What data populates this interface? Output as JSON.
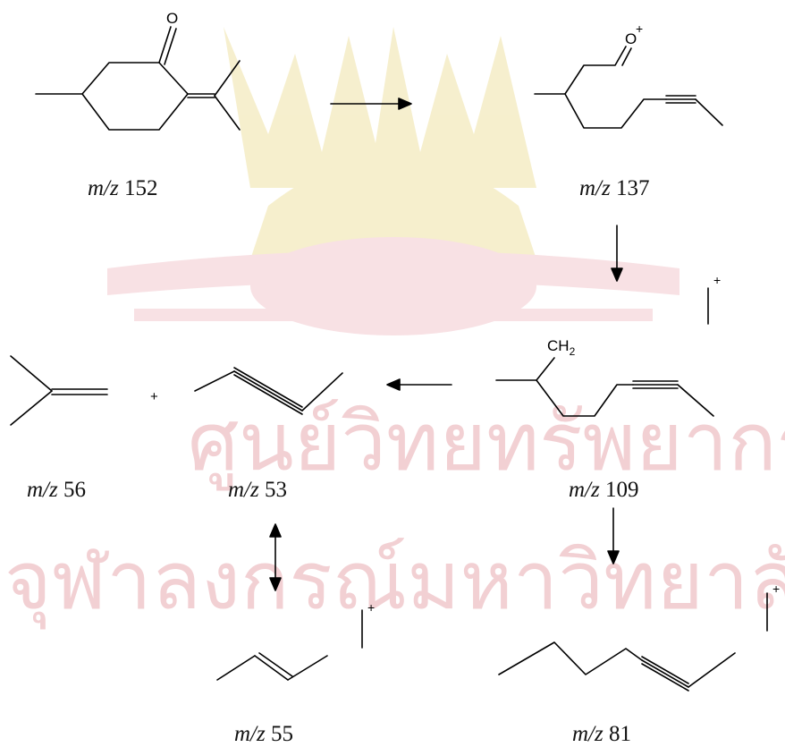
{
  "watermark": {
    "line1": "ศูนย์วิทยทรัพยากร",
    "line2": "จุฬาลงกรณ์มหาวิทยาลัย",
    "colors": {
      "gold": "#efe2a6",
      "pink": "#f3c9ce",
      "text": "#f0c8cc"
    }
  },
  "species": {
    "m152": {
      "mz": "152",
      "atom_label": "O"
    },
    "m137": {
      "mz": "137",
      "atom_label": "O",
      "charge": "+"
    },
    "m109": {
      "mz": "109",
      "atom_label": "CH",
      "atom_sub": "2",
      "charge": "+"
    },
    "m56": {
      "mz": "56"
    },
    "m53": {
      "mz": "53"
    },
    "m55": {
      "mz": "55",
      "charge": "+"
    },
    "m81": {
      "mz": "81",
      "charge": "+"
    }
  },
  "labels": {
    "mz_prefix": "m/z",
    "plus_sign": "+"
  },
  "arrows": [
    {
      "from": "152",
      "to": "137",
      "kind": "forward"
    },
    {
      "from": "137",
      "to": "109",
      "kind": "forward"
    },
    {
      "from": "109",
      "to": "53",
      "kind": "forward"
    },
    {
      "from": "109",
      "to": "81",
      "kind": "forward"
    },
    {
      "from": "53",
      "to": "55",
      "kind": "resonance"
    }
  ]
}
